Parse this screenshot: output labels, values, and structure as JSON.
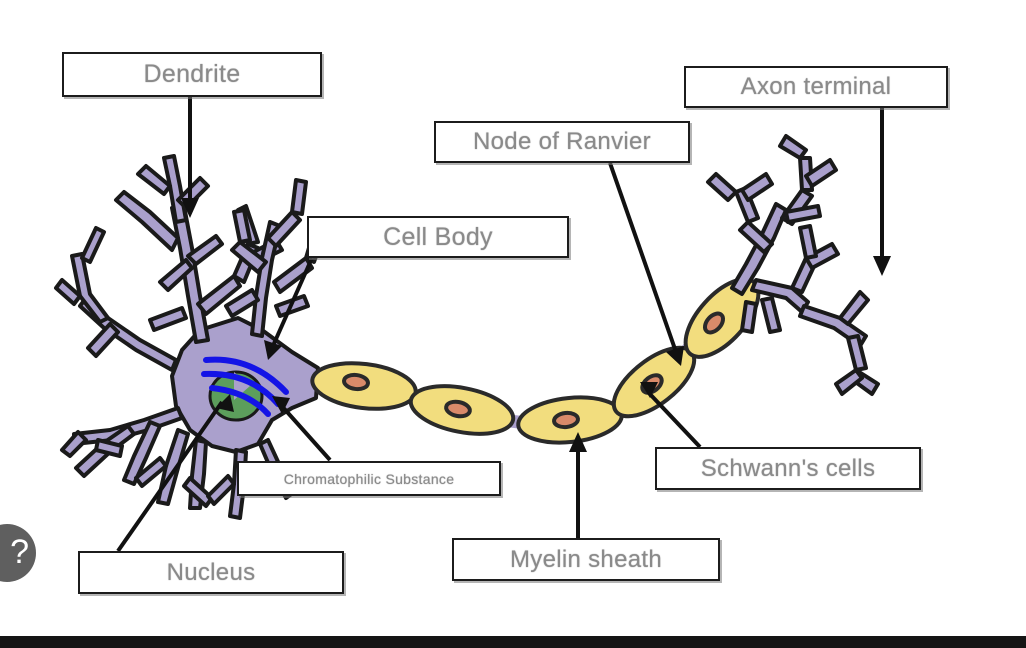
{
  "page": {
    "title": "Neuron Structure Diagram",
    "background_color": "#ffffff",
    "bottom_bar_color": "#151515"
  },
  "colors": {
    "soma_fill": "#aaa0cc",
    "soma_stroke": "#1a1a1a",
    "nucleus_fill": "#5c9e5c",
    "nissl_blue": "#1414e6",
    "myelin_fill": "#f2dd7e",
    "myelin_stroke": "#2a2a2a",
    "schwann_nucleus_fill": "#d98a6a",
    "label_text": "#8a8a8a",
    "label_border": "#1c1c1c",
    "help_button": "#5f5f5f"
  },
  "labels": {
    "dendrite": "Dendrite",
    "node_of_ranvier": "Node of Ranvier",
    "axon_terminal": "Axon terminal",
    "cell_body": "Cell Body",
    "chromatophilic_substance": "Chromatophilic Substance",
    "schwanns_cells": "Schwann's cells",
    "myelin_sheath": "Myelin sheath",
    "nucleus": "Nucleus"
  },
  "help_button": {
    "glyph": "?",
    "name": "help-icon"
  },
  "diagram": {
    "type": "biological-illustration",
    "subject": "multipolar neuron",
    "parts": [
      {
        "name": "dendrite",
        "count": "many",
        "color": "#aaa0cc"
      },
      {
        "name": "cell-body-soma",
        "color": "#aaa0cc"
      },
      {
        "name": "nucleus",
        "color": "#5c9e5c"
      },
      {
        "name": "chromatophilic-substance-nissl-bodies",
        "color": "#1414e6"
      },
      {
        "name": "myelin-sheath-segment",
        "count": "5",
        "color": "#f2dd7e"
      },
      {
        "name": "schwann-cell-nucleus",
        "count": "5",
        "color": "#d98a6a"
      },
      {
        "name": "node-of-ranvier",
        "count": "4",
        "color": "#aaa0cc"
      },
      {
        "name": "axon-terminal",
        "color": "#aaa0cc"
      }
    ]
  }
}
